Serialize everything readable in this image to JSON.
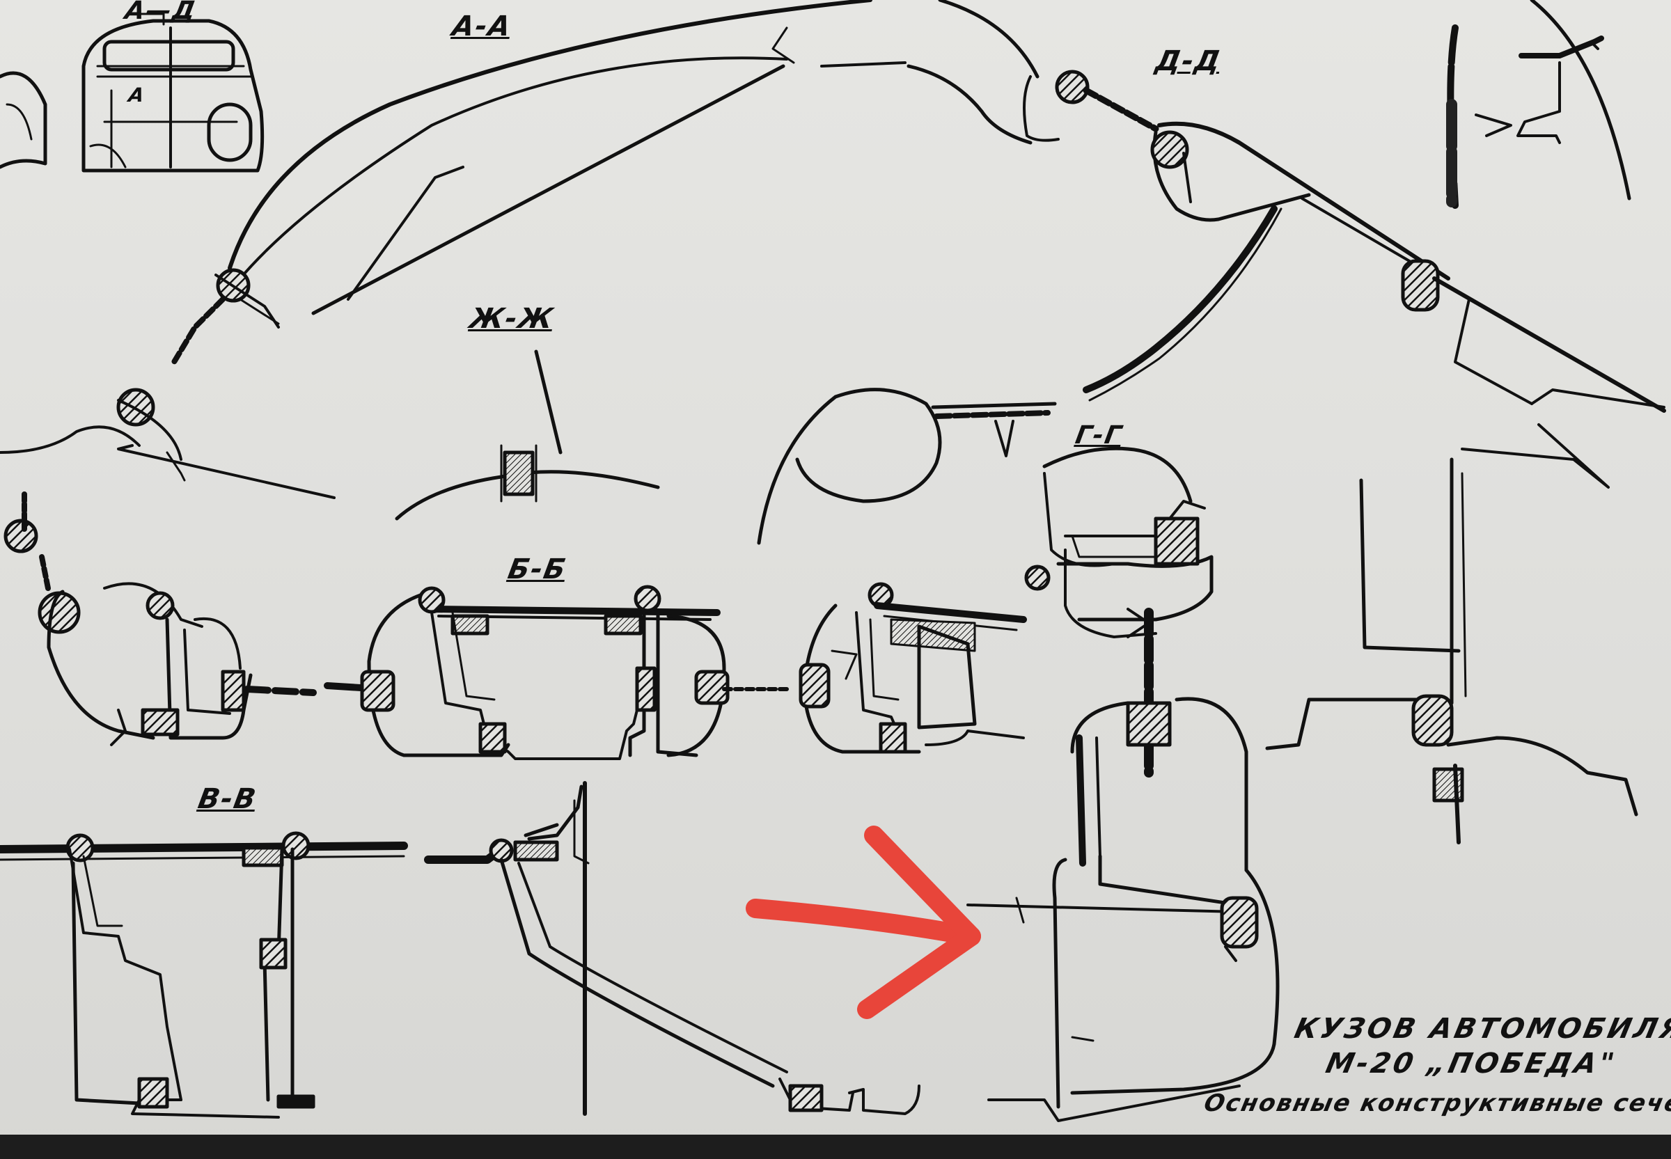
{
  "labels": {
    "view_ad": "А—Д",
    "view_a_inner": "А",
    "section_aa": "А-А",
    "section_dd": "Д-Д",
    "section_zhzh": "Ж-Ж",
    "section_bb": "Б-Б",
    "section_vv": "В-В",
    "section_gg": "Г-Г"
  },
  "title": {
    "line1": "КУЗОВ АВТОМОБИЛЯ",
    "line2": "М-20 „ПОБЕДА\"",
    "subtitle": "Основные конструктивные сечения"
  },
  "annotation": {
    "arrow_color": "#e8453a"
  },
  "colors": {
    "ink": "#111111",
    "paper": "#e3e3e0",
    "frame": "#1d1d1d"
  }
}
